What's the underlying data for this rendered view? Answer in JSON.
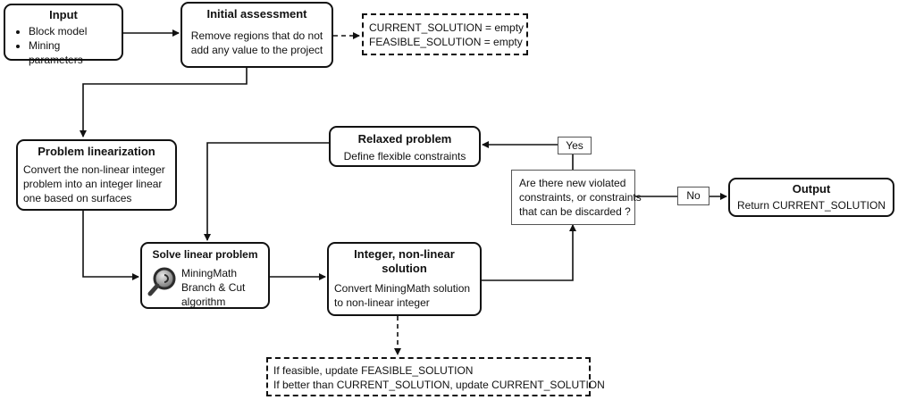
{
  "input": {
    "title": "Input",
    "bullets": [
      "Block model",
      "Mining parameters"
    ]
  },
  "initial": {
    "title": "Initial assessment",
    "lines": [
      "Remove regions that do not",
      "add any value to the project"
    ]
  },
  "init_state": {
    "lines": [
      "CURRENT_SOLUTION = empty",
      "FEASIBLE_SOLUTION = empty"
    ]
  },
  "linearization": {
    "title": "Problem linearization",
    "lines": [
      "Convert the non-linear integer",
      "problem into an integer linear",
      "one based on surfaces"
    ]
  },
  "relaxed": {
    "title": "Relaxed problem",
    "lines": [
      "Define flexible constraints"
    ]
  },
  "yes_label": "Yes",
  "decision": {
    "lines": [
      "Are there new violated",
      "constraints, or constraints",
      "that can be discarded ?"
    ]
  },
  "no_label": "No",
  "output": {
    "title": "Output",
    "lines": [
      "Return CURRENT_SOLUTION"
    ]
  },
  "solve": {
    "title": "Solve linear problem",
    "lines": [
      "MiningMath",
      "Branch & Cut",
      "algorithm"
    ],
    "icon": "magnifier-icon"
  },
  "integer": {
    "title_lines": [
      "Integer, non-linear",
      "solution"
    ],
    "lines": [
      "Convert MiningMath solution",
      "to non-linear integer"
    ]
  },
  "update": {
    "lines": [
      "If feasible, update FEASIBLE_SOLUTION",
      "If better than CURRENT_SOLUTION, update CURRENT_SOLUTION"
    ]
  }
}
